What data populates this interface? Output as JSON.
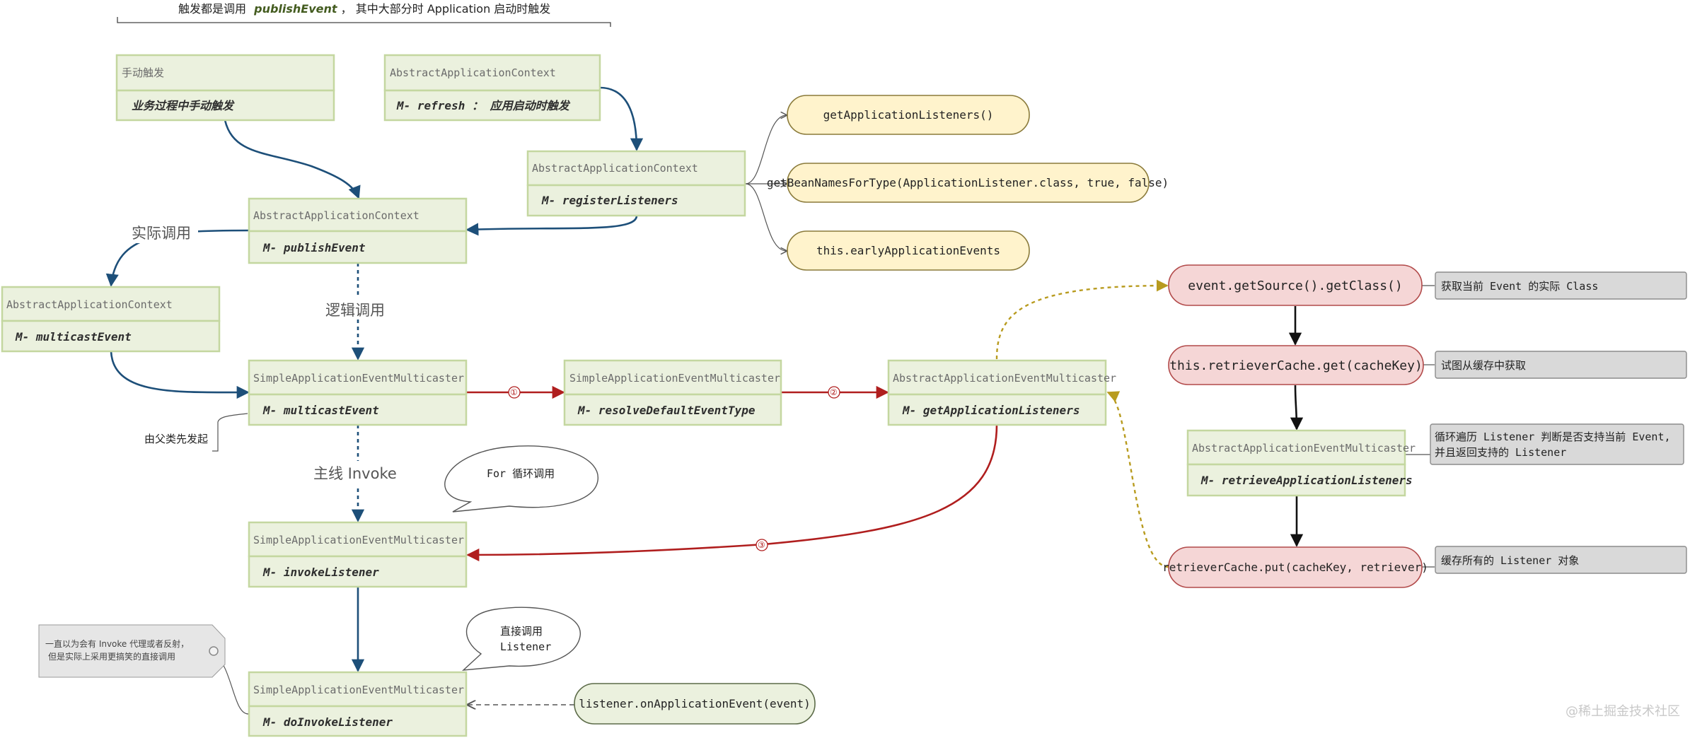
{
  "top_note": {
    "prefix": "触发都是调用",
    "emph": "publishEvent",
    "suffix": "， 其中大部分时 Application 启动时触发"
  },
  "nodes": {
    "manual": {
      "cls": "手动触发",
      "meth": "业务过程中手动触发"
    },
    "refresh": {
      "cls": "AbstractApplicationContext",
      "meth": "M- refresh ： 应用启动时触发"
    },
    "register": {
      "cls": "AbstractApplicationContext",
      "meth": "M- registerListeners"
    },
    "publish": {
      "cls": "AbstractApplicationContext",
      "meth": "M- publishEvent"
    },
    "ctx_multicast": {
      "cls": "AbstractApplicationContext",
      "meth": "M- multicastEvent"
    },
    "sim_multicast": {
      "cls": "SimpleApplicationEventMulticaster",
      "meth": "M- multicastEvent"
    },
    "resolve": {
      "cls": "SimpleApplicationEventMulticaster",
      "meth": "M- resolveDefaultEventType"
    },
    "getlisteners": {
      "cls": "AbstractApplicationEventMulticaster",
      "meth": "M- getApplicationListeners"
    },
    "invoke": {
      "cls": "SimpleApplicationEventMulticaster",
      "meth": "M- invokeListener"
    },
    "doinvoke": {
      "cls": "SimpleApplicationEventMulticaster",
      "meth": "M- doInvokeListener"
    },
    "retrieve": {
      "cls": "AbstractApplicationEventMulticaster",
      "meth": "M- retrieveApplicationListeners"
    }
  },
  "pills": {
    "get_app_listeners": "getApplicationListeners()",
    "get_bean_names": "getBeanNamesForType(ApplicationListener.class, true, false)",
    "early_events": "this.earlyApplicationEvents",
    "get_source": "event.getSource().getClass()",
    "cache_get": "this.retrieverCache.get(cacheKey)",
    "cache_put": "retrieverCache.put(cacheKey, retriever)",
    "on_event": "listener.onApplicationEvent(event)"
  },
  "notes": {
    "get_source": "获取当前 Event 的实际 Class",
    "cache_get": "试图从缓存中获取",
    "retrieve_line1": "循环遍历 Listener 判断是否支持当前 Event,",
    "retrieve_line2": "并且返回支持的 Listener",
    "cache_put": "缓存所有的 Listener 对象"
  },
  "labels": {
    "actual_call": "实际调用",
    "logical_call": "逻辑调用",
    "main_invoke": "主线 Invoke",
    "parent_first": "由父类先发起",
    "bubble_loop": "For 循环调用",
    "bubble_direct_1": "直接调用",
    "bubble_direct_2": "Listener",
    "tag_line1": "一直以为会有 Invoke 代理或者反射，",
    "tag_line2": "但是实际上采用更搞笑的直接调用",
    "step1": "①",
    "step2": "②",
    "step3": "③",
    "watermark": "@稀土掘金技术社区"
  },
  "colors": {
    "box_fill": "#ebf1de",
    "box_stroke": "#c4d7a0",
    "blue_edge": "#1d4f79",
    "red_edge": "#b01e1e",
    "gold_edge": "#b89b1f",
    "pill_yellow": "#fff3cc",
    "pill_red": "#f5d6d6",
    "note_grey": "#d9d9d9"
  }
}
